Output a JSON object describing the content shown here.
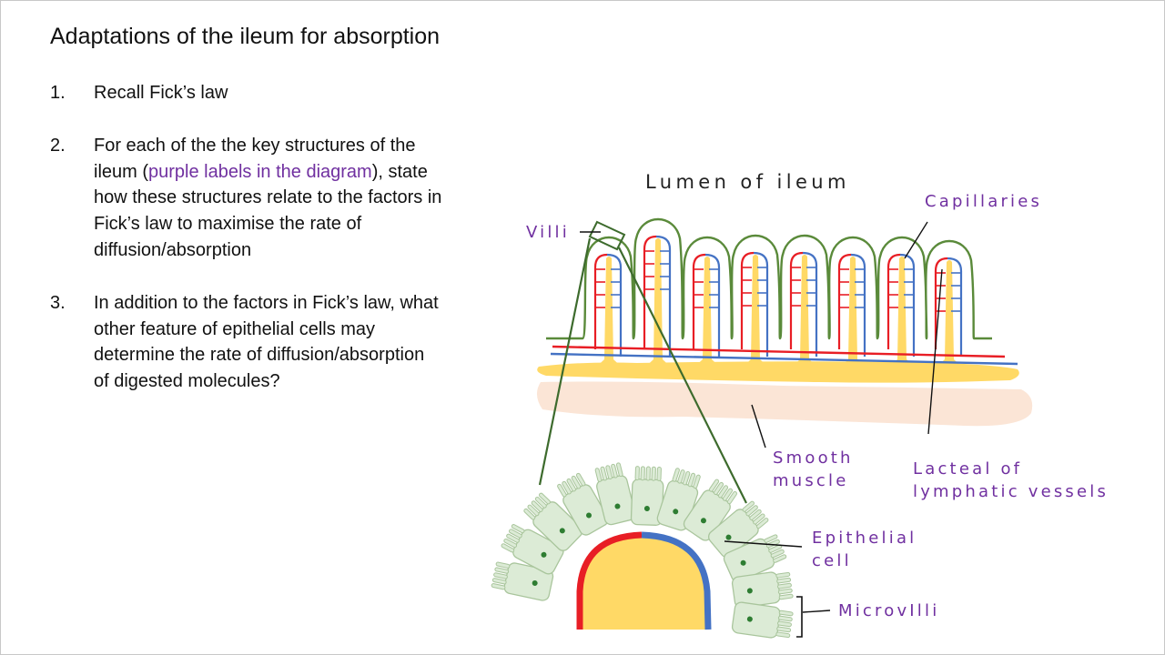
{
  "title": "Adaptations of the ileum for absorption",
  "questions": [
    {
      "num": "1.",
      "parts": [
        "Recall Fick’s law"
      ]
    },
    {
      "num": "2.",
      "before": "For each of the the key structures of the ileum (",
      "highlight": "purple labels in the diagram",
      "after": "), state how these structures relate to the factors in Fick’s law to maximise the rate of diffusion/absorption"
    },
    {
      "num": "3.",
      "parts": [
        "In addition to the factors in Fick’s law, what other feature of epithelial cells may determine the rate of diffusion/absorption of digested molecules?"
      ]
    }
  ],
  "diagram": {
    "lumen": "Lumen of ileum",
    "villi": "Villi",
    "capillaries": "Capillaries",
    "smooth_muscle": [
      "Smooth",
      "muscle"
    ],
    "lacteal": [
      "Lacteal of",
      "lymphatic vessels"
    ],
    "epithelial": [
      "Epithelial",
      "cell"
    ],
    "microvilli": "MicrovIlli"
  },
  "colors": {
    "label_purple": "#7030a0",
    "villus_outline": "#5a8a3a",
    "artery_red": "#e81e25",
    "vein_blue": "#4472c4",
    "lacteal_yellow": "#ffd966",
    "muscle_pink": "#fbe5d6",
    "cell_green": "#dcebd6"
  }
}
